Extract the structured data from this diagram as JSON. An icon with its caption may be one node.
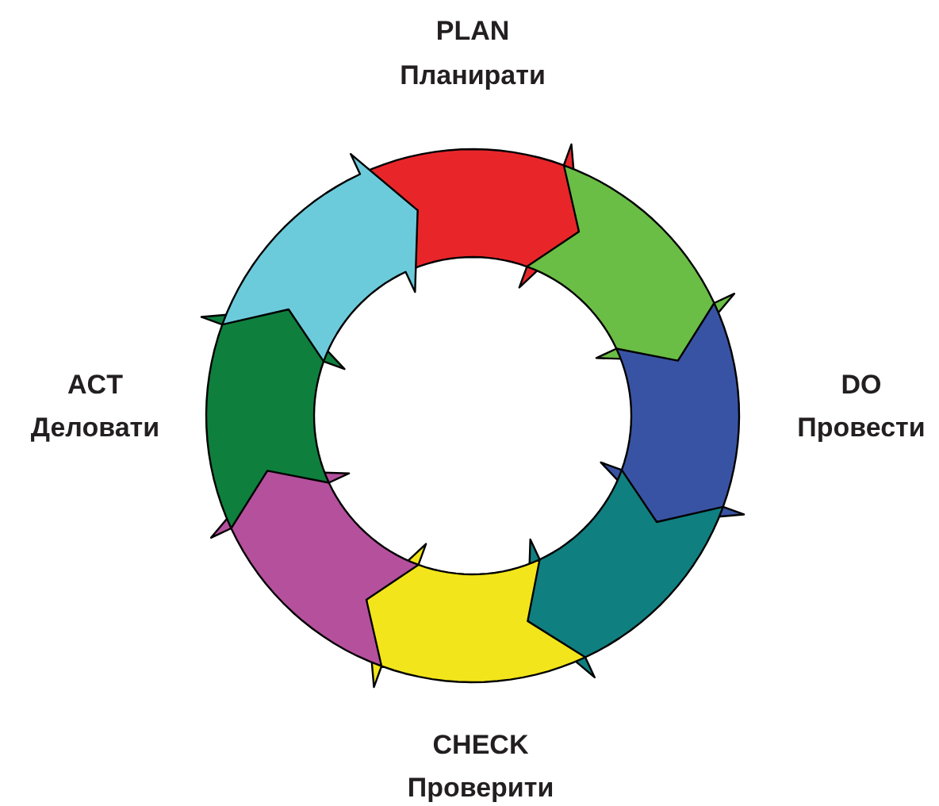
{
  "diagram": {
    "labels": [
      "PLAN",
      "Планирати",
      "DO",
      "Провести",
      "CHECK",
      "Проверити",
      "ACT",
      "Деловати"
    ]
  }
}
